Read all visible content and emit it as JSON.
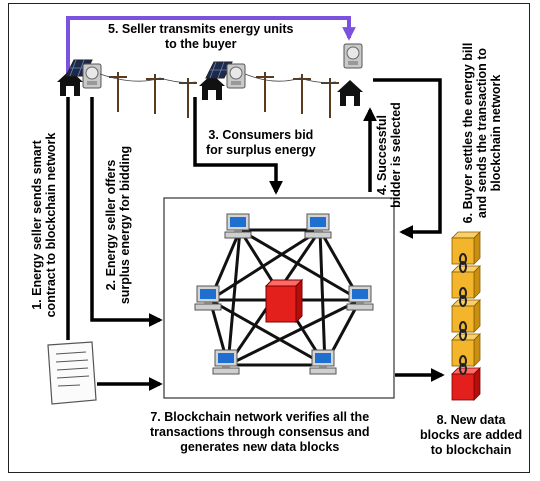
{
  "steps": {
    "s1": [
      "1. Energy seller sends smart",
      "contract to blockchain network"
    ],
    "s2": [
      "2. Energy seller offers",
      "surplus energy for bidding"
    ],
    "s3": [
      "3. Consumers bid",
      "for surplus energy"
    ],
    "s4": [
      "4. Successful",
      "bidder is selected"
    ],
    "s5": [
      "5. Seller transmits energy units",
      "to the buyer"
    ],
    "s6": [
      "6. Buyer settles the energy bill",
      "and sends the transaction to",
      "blockchain network"
    ],
    "s7": [
      "7. Blockchain network verifies all the",
      "transactions through consensus and",
      "generates new data blocks"
    ],
    "s8": [
      "8. New data",
      "blocks are added",
      "to blockchain"
    ]
  },
  "colors": {
    "transmit_arrow": "#7B52E0",
    "block_gold": "#F2B52B",
    "block_new": "#E4201C",
    "center_node": "#E4201C",
    "arrow": "#000000"
  },
  "icons": [
    "house-icon",
    "solar-panel-icon",
    "smart-meter-icon",
    "power-line-icon",
    "computer-icon",
    "document-icon",
    "chain-link-icon"
  ]
}
